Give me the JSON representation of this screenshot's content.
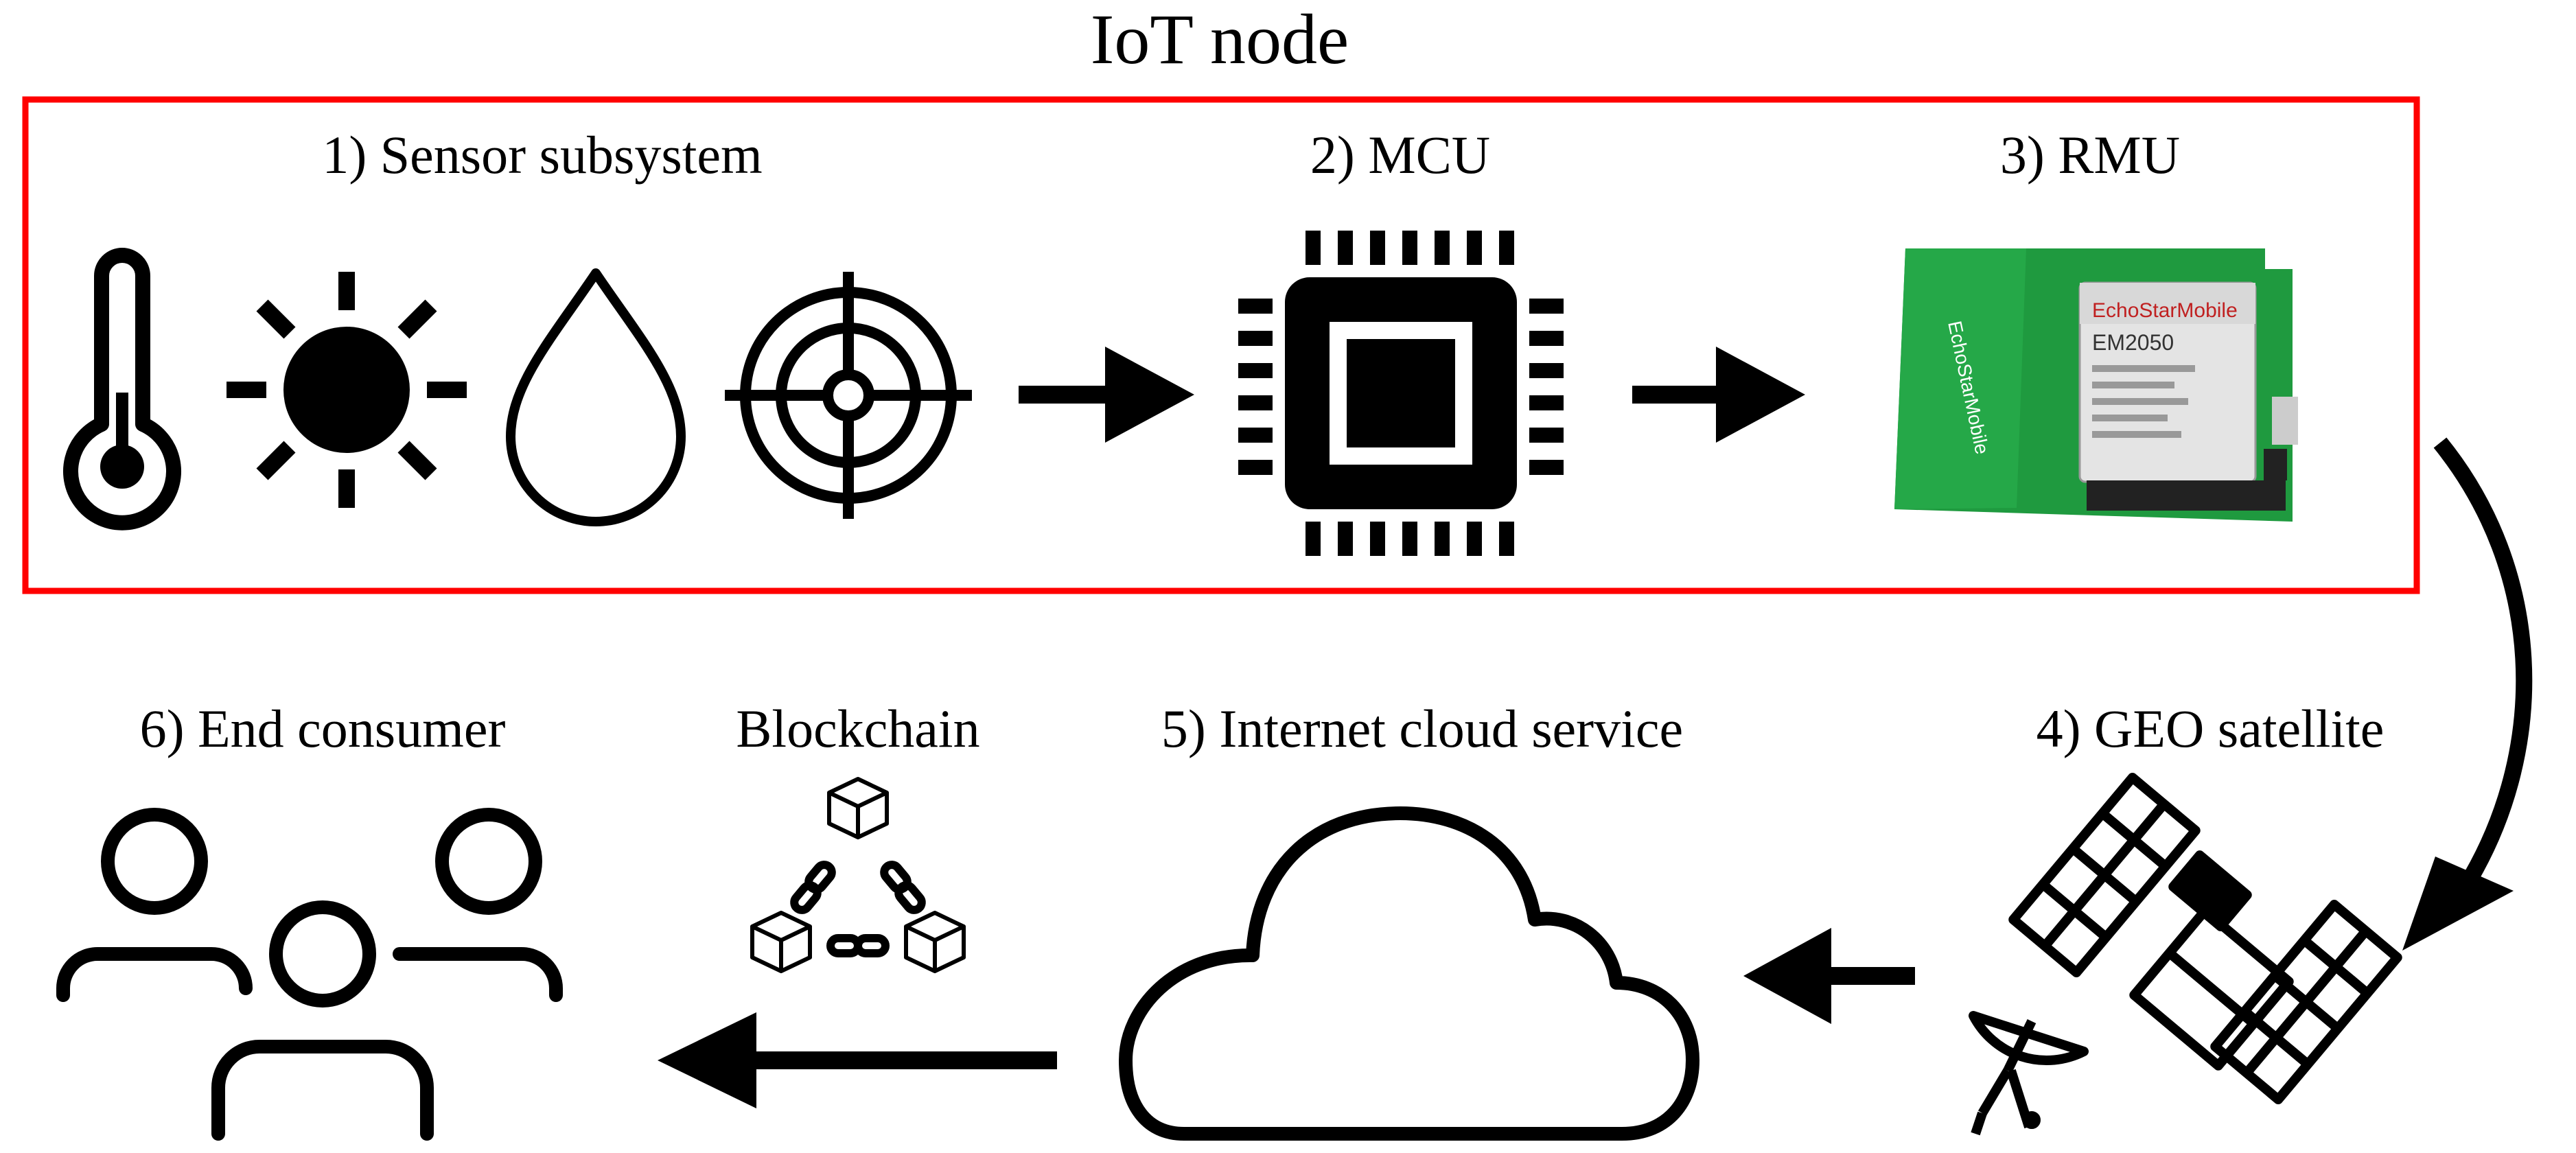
{
  "title": "IoT node",
  "colors": {
    "frame": "#ff0000",
    "ink": "#000000",
    "pcb": "#1f9a3f",
    "module": "#e4e4e4"
  },
  "nodes": {
    "sensor": {
      "label": "1) Sensor subsystem",
      "icons": [
        "thermometer-icon",
        "sun-icon",
        "drop-icon",
        "crosshair-icon"
      ]
    },
    "mcu": {
      "label": "2) MCU",
      "icon": "chip-icon"
    },
    "rmu": {
      "label": "3) RMU",
      "board_text": "EchoStarMobile",
      "module_model": "EM2050"
    },
    "geo": {
      "label": "4) GEO satellite",
      "icon": "satellite-icon"
    },
    "cloud": {
      "label": "5) Internet cloud service",
      "icon": "cloud-icon"
    },
    "blockchain": {
      "label": "Blockchain",
      "icon": "blockchain-icon"
    },
    "consumer": {
      "label": "6) End consumer",
      "icon": "users-icon"
    }
  }
}
